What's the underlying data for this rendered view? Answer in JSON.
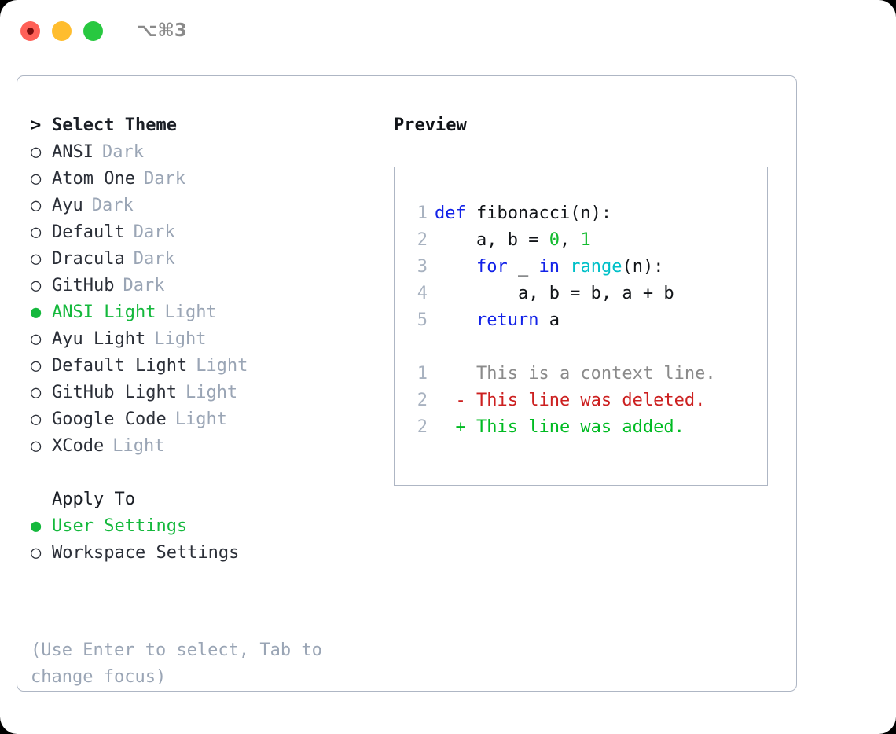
{
  "titlebar": {
    "shortcut": "⌥⌘3",
    "lights": [
      {
        "name": "close",
        "color": "#ff6057"
      },
      {
        "name": "minimize",
        "color": "#ffbd2e"
      },
      {
        "name": "zoom",
        "color": "#28c840"
      }
    ]
  },
  "theme_picker": {
    "caret": ">",
    "heading": "Select Theme",
    "bullet_selected": "●",
    "bullet_unselected": "○",
    "items": [
      {
        "name": "ANSI",
        "kind": "Dark",
        "selected": false
      },
      {
        "name": "Atom One",
        "kind": "Dark",
        "selected": false
      },
      {
        "name": "Ayu",
        "kind": "Dark",
        "selected": false
      },
      {
        "name": "Default",
        "kind": "Dark",
        "selected": false
      },
      {
        "name": "Dracula",
        "kind": "Dark",
        "selected": false
      },
      {
        "name": "GitHub",
        "kind": "Dark",
        "selected": false
      },
      {
        "name": "ANSI Light",
        "kind": "Light",
        "selected": true
      },
      {
        "name": "Ayu Light",
        "kind": "Light",
        "selected": false
      },
      {
        "name": "Default Light",
        "kind": "Light",
        "selected": false
      },
      {
        "name": "GitHub Light",
        "kind": "Light",
        "selected": false
      },
      {
        "name": "Google Code",
        "kind": "Light",
        "selected": false
      },
      {
        "name": "XCode",
        "kind": "Light",
        "selected": false
      }
    ]
  },
  "apply_to": {
    "label": "Apply To",
    "options": [
      {
        "name": "User Settings",
        "selected": true
      },
      {
        "name": "Workspace Settings",
        "selected": false
      }
    ]
  },
  "hint": "(Use Enter to select, Tab to change focus)",
  "preview": {
    "title": "Preview",
    "code_lines": [
      {
        "no": "1",
        "tokens": [
          {
            "t": "def ",
            "c": "kw"
          },
          {
            "t": "fibonacci(n):",
            "c": "txt"
          }
        ]
      },
      {
        "no": "2",
        "tokens": [
          {
            "t": "    a, b = ",
            "c": "txt"
          },
          {
            "t": "0",
            "c": "num"
          },
          {
            "t": ", ",
            "c": "txt"
          },
          {
            "t": "1",
            "c": "num"
          }
        ]
      },
      {
        "no": "3",
        "tokens": [
          {
            "t": "    for ",
            "c": "kw"
          },
          {
            "t": "_ ",
            "c": "txt"
          },
          {
            "t": "in ",
            "c": "kw"
          },
          {
            "t": "range",
            "c": "fn"
          },
          {
            "t": "(n):",
            "c": "txt"
          }
        ]
      },
      {
        "no": "4",
        "tokens": [
          {
            "t": "        a, b = b, a + b",
            "c": "txt"
          }
        ]
      },
      {
        "no": "5",
        "tokens": [
          {
            "t": "    return ",
            "c": "kw"
          },
          {
            "t": "a",
            "c": "txt"
          }
        ]
      }
    ],
    "diff_lines": [
      {
        "no": "1",
        "sign": " ",
        "text": " This is a context line.",
        "kind": "ctx"
      },
      {
        "no": "2",
        "sign": "-",
        "text": " This line was deleted.",
        "kind": "del"
      },
      {
        "no": "2",
        "sign": "+",
        "text": " This line was added.",
        "kind": "add"
      }
    ]
  },
  "colors": {
    "accent_green": "#14b83c",
    "muted": "#9aa5b5",
    "keyword_blue": "#1222e8",
    "function_cyan": "#00c0c8",
    "number_green": "#12bb2e",
    "diff_delete_red": "#cc2020",
    "diff_add_green": "#00bb22",
    "border": "#aeb6c4"
  }
}
